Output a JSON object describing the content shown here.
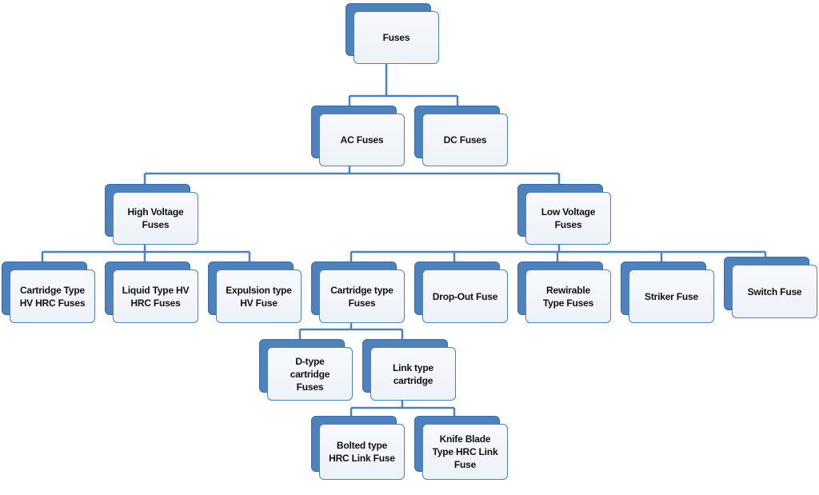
{
  "colors": {
    "accent": "#4f81bd",
    "box_fill": "#f2f6fb",
    "connector": "#4f81bd"
  },
  "nodes": {
    "fuses": "Fuses",
    "ac_fuses": "AC Fuses",
    "dc_fuses": "DC Fuses",
    "high_voltage_fuses": "High Voltage\nFuses",
    "low_voltage_fuses": "Low Voltage\nFuses",
    "cartridge_hv_hrc": "Cartridge Type\nHV HRC Fuses",
    "liquid_hv_hrc": "Liquid Type HV\nHRC Fuses",
    "expulsion_hv": "Expulsion type\nHV Fuse",
    "cartridge_type_fuses": "Cartridge type\nFuses",
    "drop_out_fuse": "Drop-Out Fuse",
    "rewirable_fuses": "Rewirable\nType Fuses",
    "striker_fuse": "Striker Fuse",
    "switch_fuse": "Switch Fuse",
    "d_type_cartridge": "D-type\ncartridge\nFuses",
    "link_type_cartridge": "Link type\ncartridge",
    "bolted_hrc_link": "Bolted type\nHRC  Link Fuse",
    "knife_blade_hrc_link": "Knife Blade\nType HRC Link\nFuse"
  }
}
